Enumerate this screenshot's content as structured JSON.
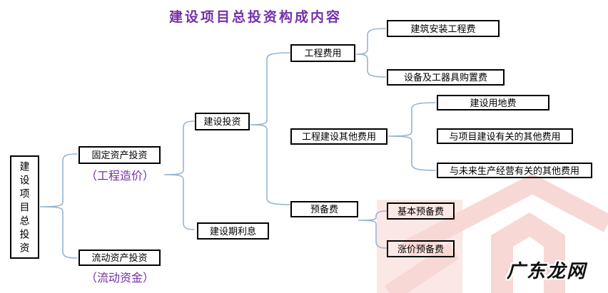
{
  "title": "建设项目总投资构成内容",
  "watermark_text": "广东龙网",
  "colors": {
    "title_purple": "#7430A8",
    "brace_blue": "#95B3D7",
    "watermark_pink": "#f7d8d4",
    "watermark_soft_pink": "#fbe7e4",
    "box_border": "#000000"
  },
  "tree": {
    "label": "建设项目总投资",
    "children": [
      {
        "label": "固定资产投资",
        "note": "（工程造价）",
        "children": [
          {
            "label": "建设投资",
            "children": [
              {
                "label": "工程费用",
                "children": [
                  {
                    "label": "建筑安装工程费"
                  },
                  {
                    "label": "设备及工器具购置费"
                  }
                ]
              },
              {
                "label": "工程建设其他费用",
                "children": [
                  {
                    "label": "建设用地费"
                  },
                  {
                    "label": "与项目建设有关的其他费用"
                  },
                  {
                    "label": "与未来生产经营有关的其他费用"
                  }
                ]
              },
              {
                "label": "预备费",
                "children": [
                  {
                    "label": "基本预备费"
                  },
                  {
                    "label": "涨价预备费"
                  }
                ]
              }
            ]
          },
          {
            "label": "建设期利息"
          }
        ]
      },
      {
        "label": "流动资产投资",
        "note": "（流动资金）"
      }
    ]
  }
}
